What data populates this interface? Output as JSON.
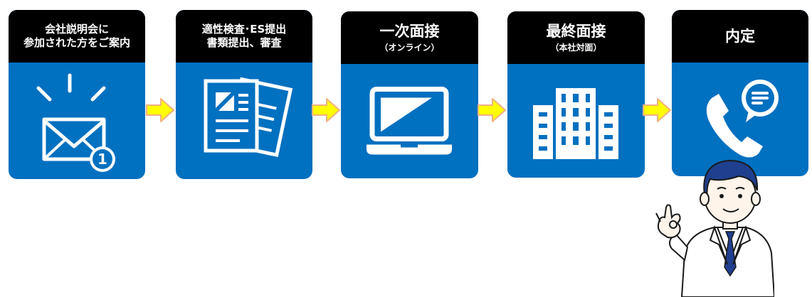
{
  "steps": [
    {
      "title_line1": "会社説明会に",
      "title_line2": "参加された方をご案内",
      "icon": "mail-notification-icon"
    },
    {
      "title_line1": "適性検査･ES提出",
      "title_line2": "書類提出、審査",
      "icon": "documents-icon"
    },
    {
      "title": "一次面接",
      "subtitle": "（オンライン）",
      "icon": "laptop-icon"
    },
    {
      "title": "最終面接",
      "subtitle": "（本社対面）",
      "icon": "office-building-icon"
    },
    {
      "title": "内定",
      "icon": "phone-chat-icon"
    }
  ],
  "arrow_icon": "right-arrow-icon",
  "colors": {
    "box": "#0070c0",
    "header": "#000000",
    "arrow_fill": "#ffff00",
    "arrow_stroke": "#f4b183"
  }
}
